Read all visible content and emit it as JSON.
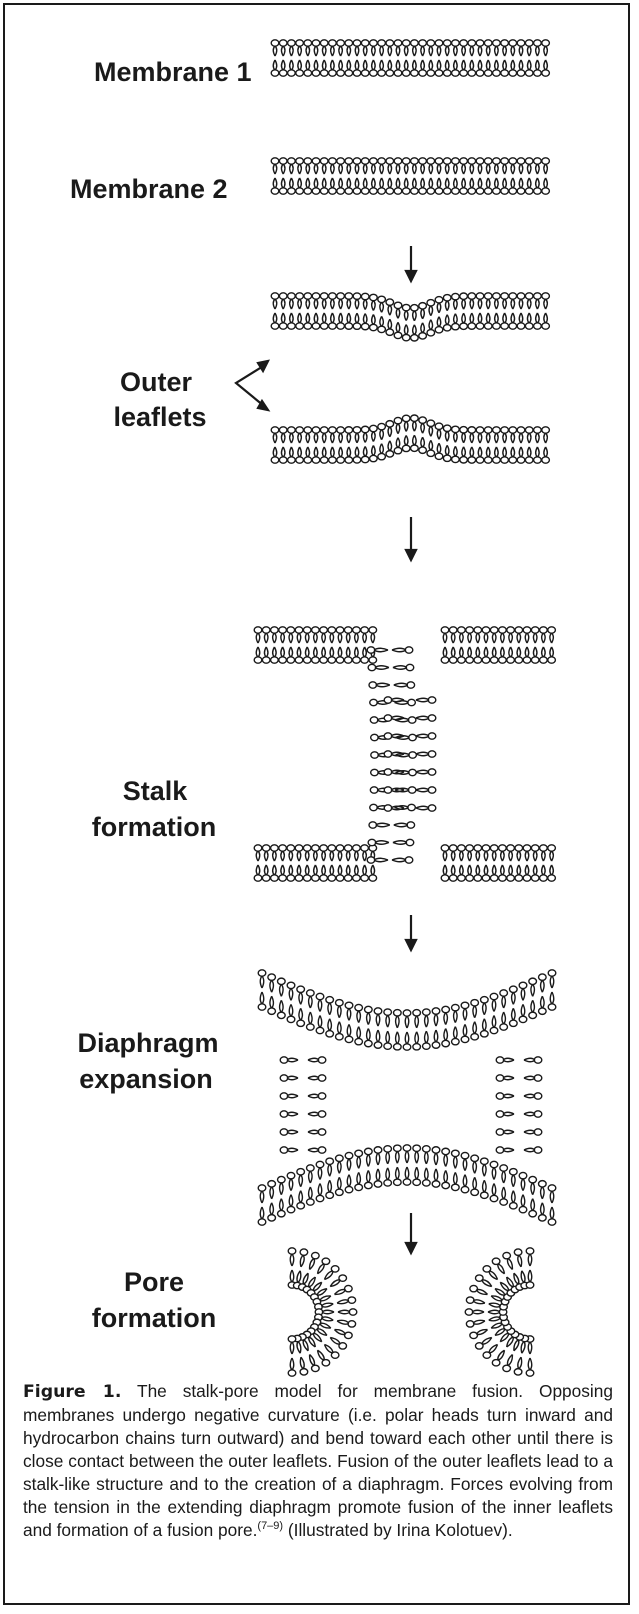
{
  "labels": {
    "membrane1": "Membrane 1",
    "membrane2": "Membrane 2",
    "outer_leaflets_line1": "Outer",
    "outer_leaflets_line2": "leaflets",
    "stalk_line1": "Stalk",
    "stalk_line2": "formation",
    "diaphragm_line1": "Diaphragm",
    "diaphragm_line2": "expansion",
    "pore_line1": "Pore",
    "pore_line2": "formation"
  },
  "caption": {
    "figure_label": "Figure 1.",
    "text": "The stalk-pore model for membrane fusion. Opposing membranes undergo negative curvature (i.e. polar heads turn inward and hydrocarbon chains turn outward) and bend toward each other until there is close contact between the outer leaflets. Fusion of the outer leaflets lead to a stalk-like structure and to the creation of a diaphragm. Forces evolving from the tension in the extending diaphragm promote fusion of the inner leaflets and formation of a fusion pore.",
    "citation": "(7–9)",
    "credit": "(Illustrated by Irina Kolotuev)."
  },
  "colors": {
    "ink": "#1a1a1a",
    "head_fill": "#ffffff"
  }
}
